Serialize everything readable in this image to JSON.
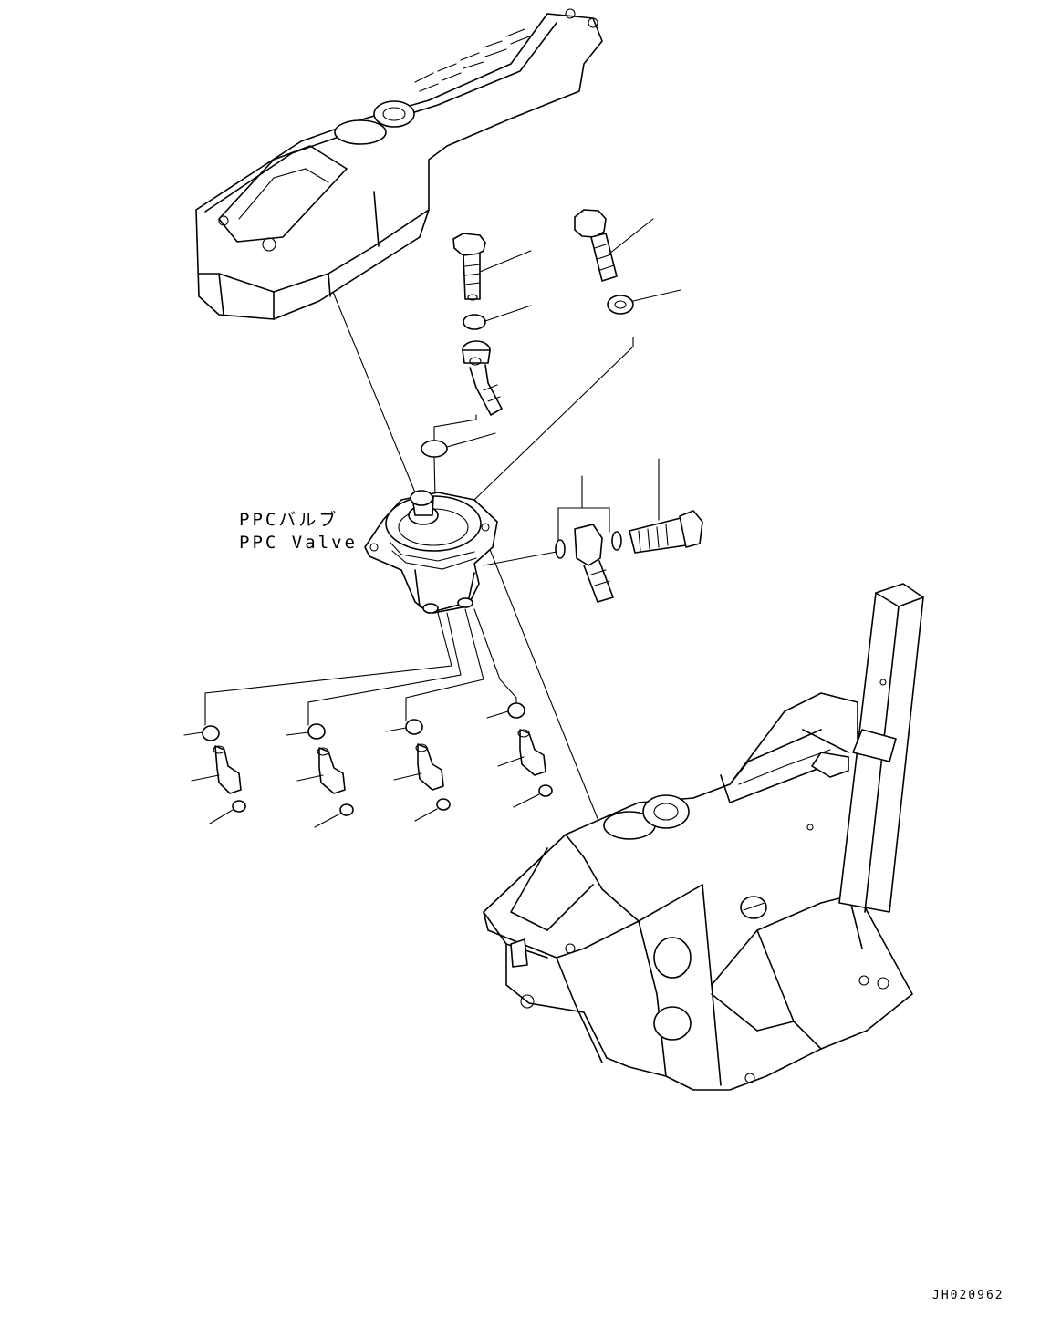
{
  "diagram": {
    "labels": {
      "valve_jp": "PPCバルブ",
      "valve_en": "PPC Valve"
    },
    "drawing_code": "JH020962"
  }
}
